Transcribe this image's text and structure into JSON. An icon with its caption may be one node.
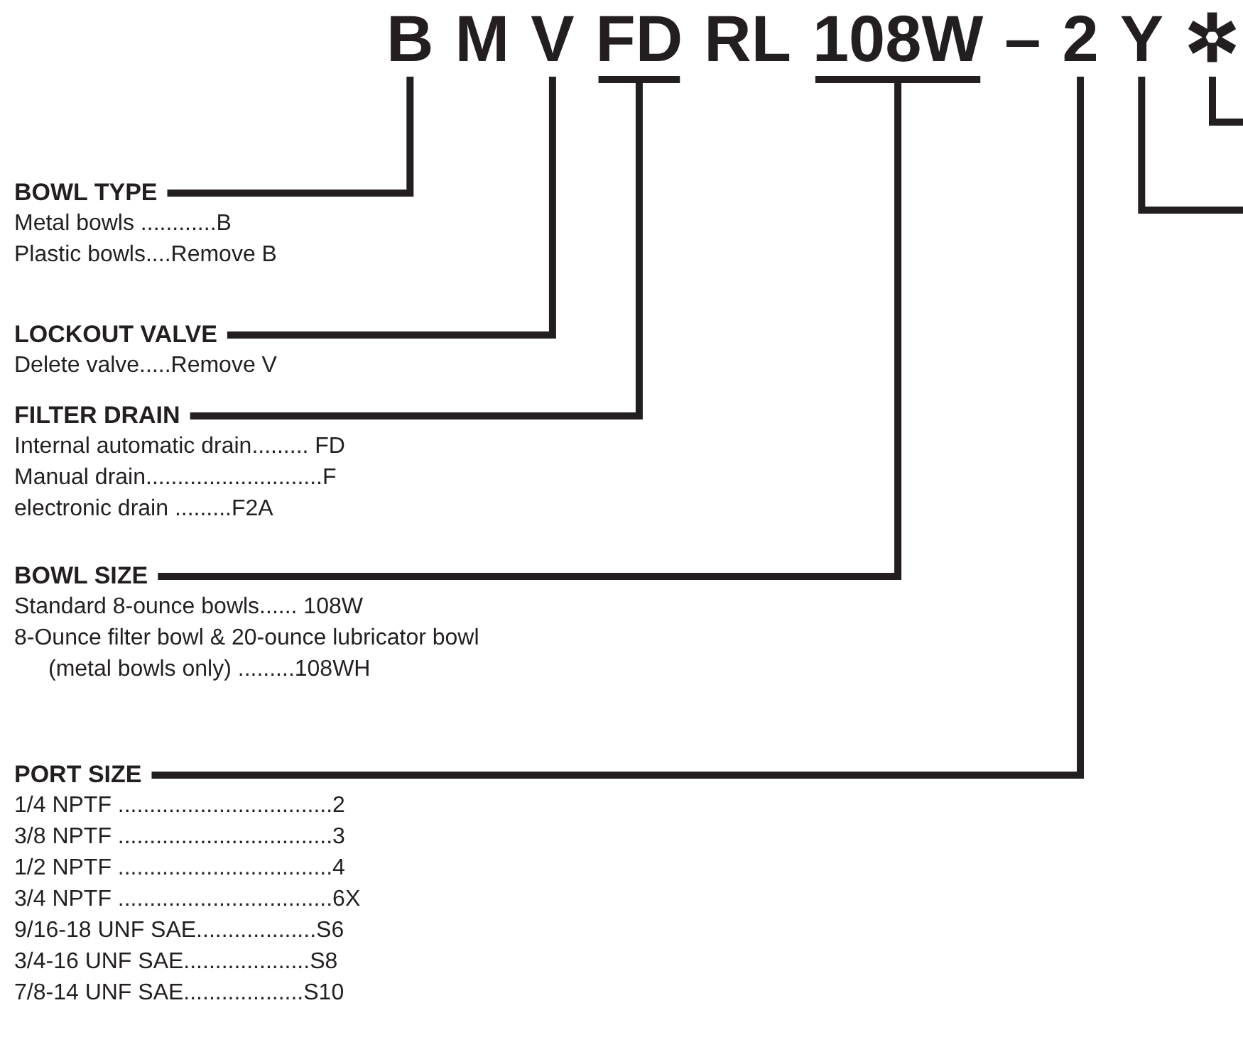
{
  "diagram": {
    "nodes": [
      {
        "text": [
          "B"
        ]
      },
      {
        "text": [
          "M"
        ]
      },
      {
        "text": [
          "V"
        ]
      },
      {
        "text": [
          "FD"
        ]
      },
      {
        "text": [
          "RL"
        ]
      },
      {
        "text": [
          "108W"
        ]
      },
      {
        "text": [
          "–"
        ]
      },
      {
        "text": [
          "2"
        ]
      },
      {
        "text": [
          "Y"
        ]
      },
      {
        "text": [
          "✲"
        ]
      },
      {
        "text": [
          "BOWL TYPE"
        ],
        "beside": [
          "Metal bowls ............B",
          "Plastic bowls....Remove B"
        ]
      },
      {
        "text": [
          "LOCKOUT VALVE"
        ],
        "beside": [
          "Delete valve.....Remove V"
        ]
      },
      {
        "text": [
          "FILTER DRAIN"
        ],
        "beside": [
          "Internal automatic drain......... FD",
          "Manual drain............................F",
          "electronic drain .........F2A"
        ]
      },
      {
        "text": [
          "BOWL SIZE"
        ],
        "beside": [
          "Standard 8-ounce bowls...... 108W",
          "8-Ounce filter bowl & 20-ounce lubricator bowl (metal bowls only) .........108WH"
        ]
      },
      {
        "text": [
          "PORT SIZE"
        ],
        "beside": [
          "1/4 NPTF ..................................2",
          "3/8 NPTF ..................................3",
          "1/2 NPTF ..................................4",
          "3/4 NPTF ..................................6X",
          "9/16-18 UNF SAE...................S6",
          "3/4-16 UNF SAE....................S8",
          "7/8-14 UNF SAE...................S10"
        ]
      }
    ],
    "edges": [
      {
        "from": 10,
        "to": 0,
        "arrow": "none"
      },
      {
        "from": 11,
        "to": 2,
        "arrow": "none"
      },
      {
        "from": 12,
        "to": 3,
        "arrow": "none"
      },
      {
        "from": 13,
        "to": 5,
        "arrow": "none"
      },
      {
        "from": 14,
        "to": 7,
        "arrow": "none"
      },
      {
        "from": 8,
        "to": null,
        "arrow": "none"
      },
      {
        "from": 9,
        "to": null,
        "arrow": "none"
      }
    ]
  }
}
